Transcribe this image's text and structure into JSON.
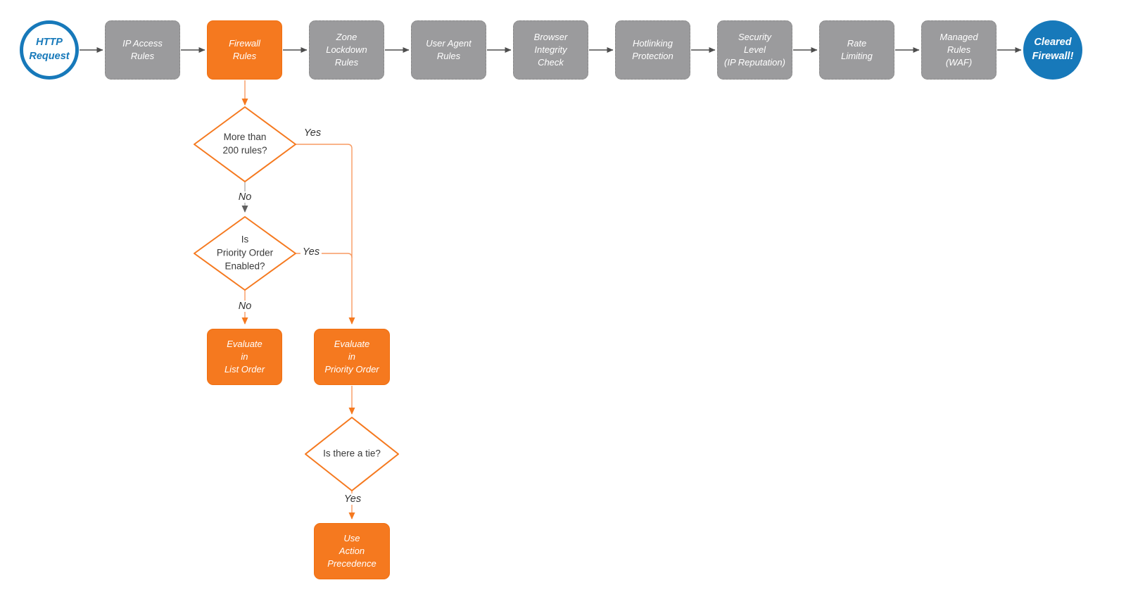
{
  "colors": {
    "accent_orange": "#F5791F",
    "accent_blue": "#1779BA",
    "node_gray": "#9B9B9D",
    "arrow_dark": "#4D4D4D",
    "wire_orange_light": "#F79A62",
    "wire_gray_light": "#AFAFAF",
    "text_dark": "#3A3A3A",
    "text_white": "#FFFFFF"
  },
  "pipeline": [
    {
      "id": "http-request",
      "type": "start-circle",
      "label": "HTTP\nRequest"
    },
    {
      "id": "ip-access-rules",
      "type": "process",
      "label": "IP Access\nRules"
    },
    {
      "id": "firewall-rules",
      "type": "process-active",
      "label": "Firewall\nRules"
    },
    {
      "id": "zone-lockdown",
      "type": "process",
      "label": "Zone\nLockdown\nRules"
    },
    {
      "id": "user-agent-rules",
      "type": "process",
      "label": "User Agent\nRules"
    },
    {
      "id": "browser-integrity",
      "type": "process",
      "label": "Browser\nIntegrity\nCheck"
    },
    {
      "id": "hotlinking",
      "type": "process",
      "label": "Hotlinking\nProtection"
    },
    {
      "id": "security-level",
      "type": "process",
      "label": "Security\nLevel\n(IP Reputation)"
    },
    {
      "id": "rate-limiting",
      "type": "process",
      "label": "Rate\nLimiting"
    },
    {
      "id": "managed-rules-waf",
      "type": "process",
      "label": "Managed\nRules\n(WAF)"
    },
    {
      "id": "cleared-firewall",
      "type": "end-circle",
      "label": "Cleared\nFirewall!"
    }
  ],
  "decision": {
    "more_rules": "More than\n200 rules?",
    "priority_enabled": "Is\nPriority Order\nEnabled?",
    "tie": "Is there a tie?",
    "list_order": "Evaluate\nin\nList Order",
    "priority_order": "Evaluate\nin\nPriority Order",
    "action_precedence": "Use\nAction\nPrecedence",
    "edge_labels": {
      "yes1": "Yes",
      "no1": "No",
      "yes2": "Yes",
      "no2": "No",
      "yes3": "Yes"
    }
  }
}
